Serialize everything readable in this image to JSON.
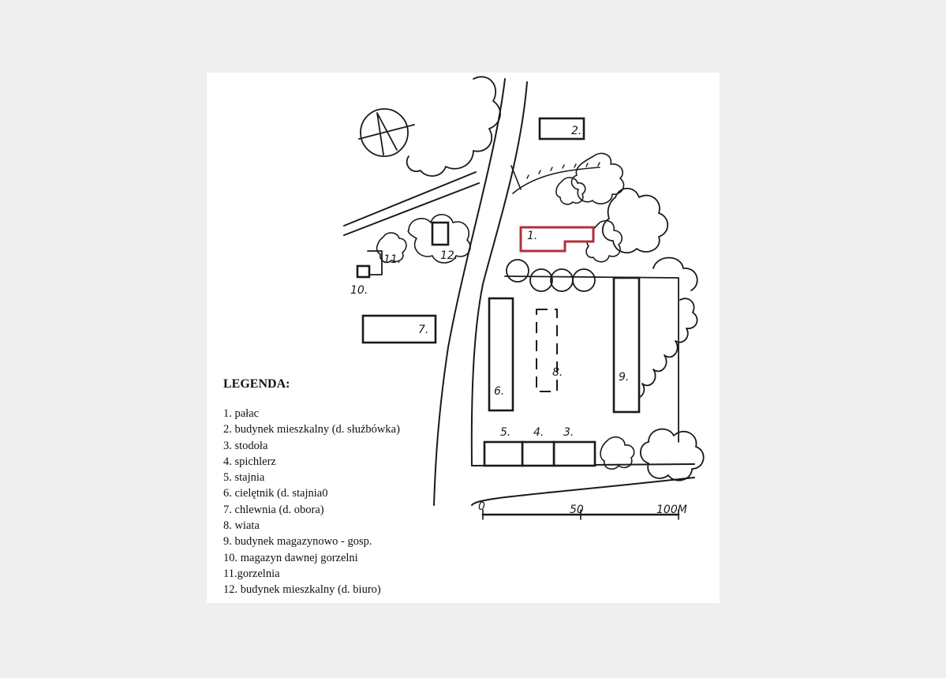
{
  "legend": {
    "title": "LEGENDA:",
    "items": [
      "1. pałac",
      "2. budynek mieszkalny (d. służbówka)",
      "3. stodoła",
      "4. spichlerz",
      "5. stajnia",
      "6. cielętnik (d. stajnia0",
      "7. chlewnia (d. obora)",
      "8. wiata",
      "9. budynek magazynowo - gosp.",
      "10. magazyn dawnej gorzelni",
      "11.gorzelnia",
      "12. budynek mieszkalny (d. biuro)"
    ]
  },
  "map": {
    "building_labels": [
      "1.",
      "2.",
      "3.",
      "4.",
      "5.",
      "6.",
      "7.",
      "8.",
      "9.",
      "10.",
      "11.",
      "12."
    ],
    "scale_bar": {
      "start": "0",
      "mid": "50",
      "end": "100M"
    },
    "highlight_color": "#b0303a"
  }
}
